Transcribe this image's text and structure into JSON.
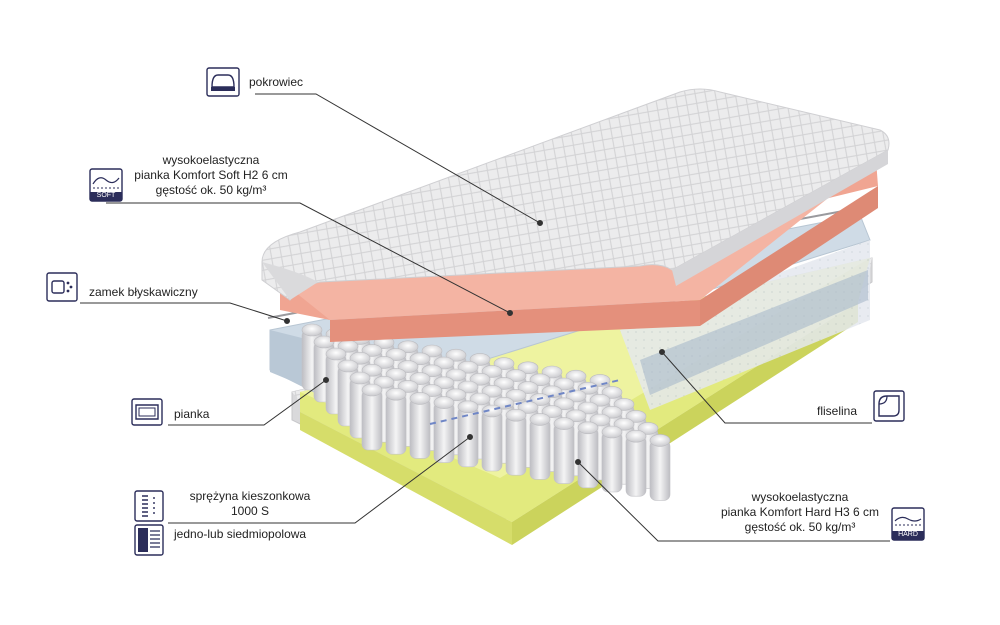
{
  "labels": {
    "cover": "pokrowiec",
    "soft_foam": [
      "wysokoelastyczna",
      "pianka Komfort Soft H2 6 cm",
      "gęstość ok. 50 kg/m³"
    ],
    "zipper": "zamek błyskawiczny",
    "foam": "pianka",
    "springs": [
      "sprężyna kieszonkowa",
      "1000 S",
      "jedno-lub siedmiopolowa"
    ],
    "fleece": "fliselina",
    "hard_foam": [
      "wysokoelastyczna",
      "pianka Komfort Hard H3 6 cm",
      "gęstość ok. 50 kg/m³"
    ]
  },
  "badges": {
    "soft": "SOFT",
    "hard": "HARD"
  },
  "icons": {
    "cover": "mattress-cover-icon",
    "soft_foam": "soft-foam-icon",
    "zipper": "zipper-icon",
    "foam": "foam-frame-icon",
    "springs": "pocket-spring-icon",
    "springs_zone": "seven-zone-icon",
    "fleece": "fleece-sheet-icon",
    "hard_foam": "hard-foam-icon"
  },
  "colors": {
    "icon_stroke": "#2b2d5a",
    "leader_line": "#333333",
    "cover": "#e9e9ea",
    "soft_foam": "#f2a896",
    "hard_foam": "#e8f08a",
    "side_foam": "#cfdbe6",
    "springs": "#e6e6e8"
  }
}
